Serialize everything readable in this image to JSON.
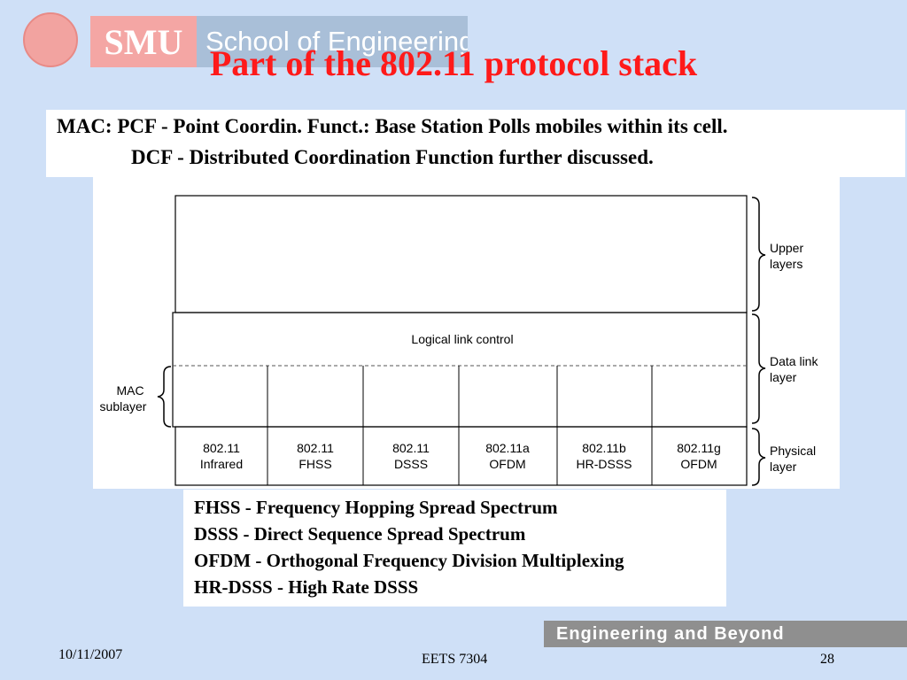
{
  "header": {
    "logo_smu": "SMU",
    "logo_school": "School of Engineering",
    "title": "Part of the 802.11 protocol stack"
  },
  "mac_note": {
    "line1": "MAC: PCF - Point Coordin. Funct.: Base Station Polls mobiles within its cell.",
    "line2": "DCF - Distributed Coordination Function further discussed."
  },
  "diagram": {
    "llc_label": "Logical link control",
    "mac_label_1": "MAC",
    "mac_label_2": "sublayer",
    "brackets": [
      {
        "line1": "Upper",
        "line2": "layers"
      },
      {
        "line1": "Data link",
        "line2": "layer"
      },
      {
        "line1": "Physical",
        "line2": "layer"
      }
    ],
    "phy": [
      {
        "line1": "802.11",
        "line2": "Infrared"
      },
      {
        "line1": "802.11",
        "line2": "FHSS"
      },
      {
        "line1": "802.11",
        "line2": "DSSS"
      },
      {
        "line1": "802.11a",
        "line2": "OFDM"
      },
      {
        "line1": "802.11b",
        "line2": "HR-DSSS"
      },
      {
        "line1": "802.11g",
        "line2": "OFDM"
      }
    ]
  },
  "legend": [
    "FHSS - Frequency Hopping Spread Spectrum",
    "DSSS - Direct Sequence Spread Spectrum",
    "OFDM - Orthogonal Frequency Division Multiplexing",
    "HR-DSSS - High Rate DSSS"
  ],
  "footer": {
    "date": "10/11/2007",
    "course": "EETS 7304",
    "page": "28",
    "tagline": "Engineering and Beyond"
  }
}
